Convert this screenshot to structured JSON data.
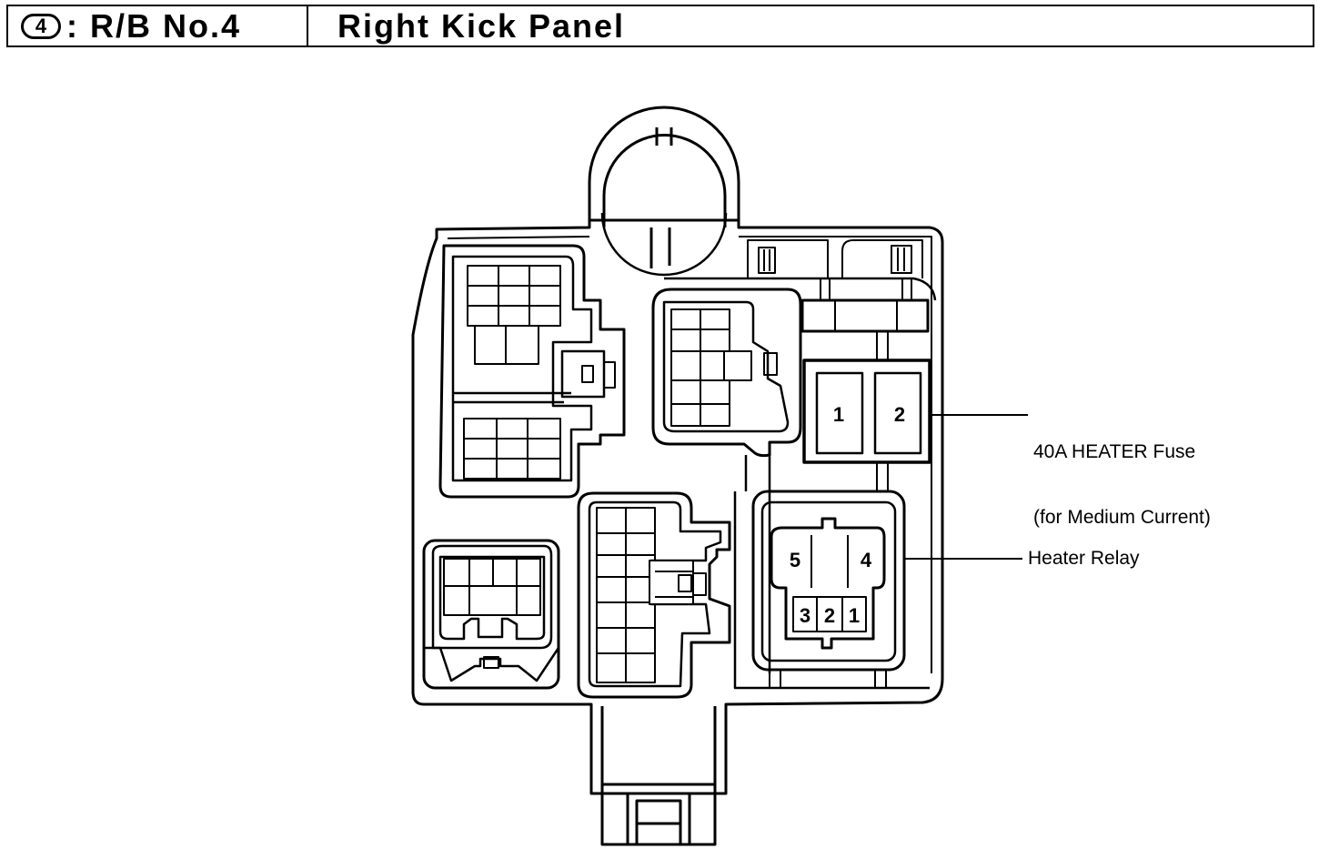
{
  "header": {
    "badge": "4",
    "code": ": R/B No.4",
    "location": "Right Kick Panel"
  },
  "fuse_block": {
    "slots": [
      "1",
      "2"
    ],
    "callout_line1": "40A HEATER Fuse",
    "callout_line2": "(for Medium Current)"
  },
  "relay": {
    "upper_pins": [
      "5",
      "4"
    ],
    "lower_pins": [
      "3",
      "2",
      "1"
    ],
    "callout": "Heater Relay"
  }
}
